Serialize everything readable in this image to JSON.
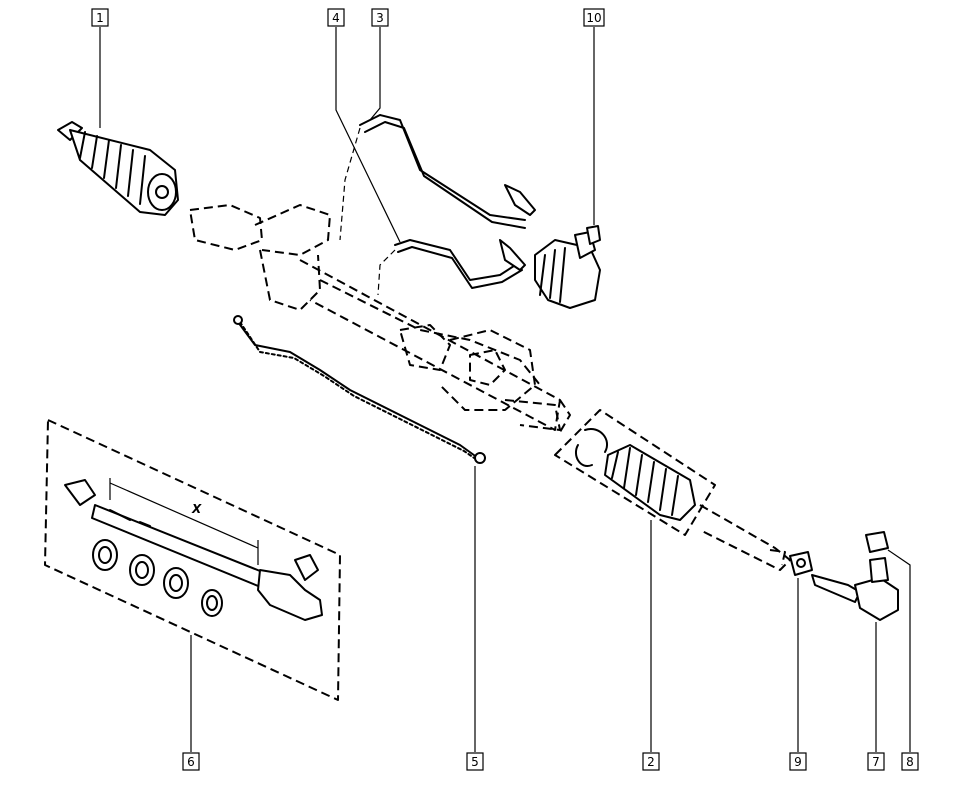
{
  "diagram": {
    "callouts": [
      "1",
      "2",
      "3",
      "4",
      "5",
      "6",
      "7",
      "8",
      "9",
      "10"
    ],
    "dimension_label": "X"
  }
}
